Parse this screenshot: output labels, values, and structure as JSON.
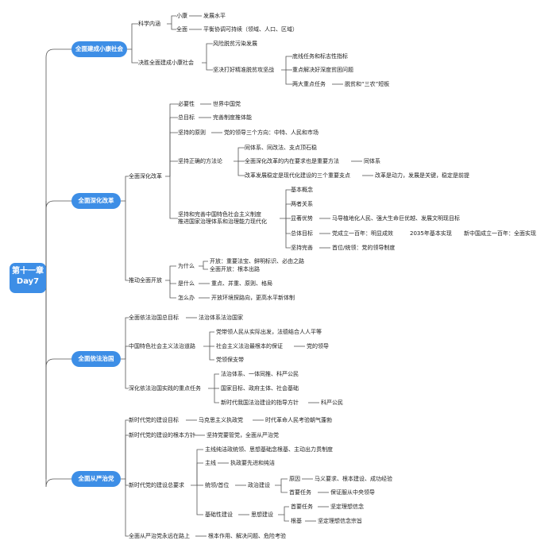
{
  "root": {
    "line1": "第十一章",
    "line2": "Day7"
  },
  "sections": {
    "s1": {
      "label": "全面建成小康社会",
      "kexue": "科学内涵",
      "xiaokang": "小康",
      "fazhan": "发展水平",
      "quanmian": "全面",
      "pingheng": "平衡协调可持续（领域、人口、区域）",
      "juesheng": "决胜全面建成小康社会",
      "fengxian": "风险脱贫污染发展",
      "jianjue": "坚决打好精准脱贫攻坚战",
      "dixian": "底线任务和标志性指标",
      "zhongdian": "重点解决好深度贫困问题",
      "liangda": "两大重点任务",
      "duanban": "脱贫和“三农”短板"
    },
    "s2": {
      "label": "全面深化改革",
      "sh": "全面深化改革",
      "biyao": "必要性",
      "shijie": "世界中国党",
      "zong": "总目标",
      "wanshan": "完善制度推体能",
      "yuanze": "坚持的原则",
      "dangling": "党的领导三个方向：中特、人民和市场",
      "fangfa": "坚持正确的方法论",
      "tongtixi": "同体系、同改法、支点顶石稳",
      "neizai": "全面深化改革的内在要求也是重要方法",
      "tongti": "同体系",
      "gaige_wending": "改革发展稳定是现代化建设的三个重要支点",
      "dongli": "改革是动力，发展是关键，稳定是前提",
      "zhidu1": "坚持和完善中国特色社会主义制度",
      "zhidu2": "推进国家治理体系和治理能力现代化",
      "jiben": "基本概念",
      "liangzhe": "两者关系",
      "youshi": "显著优势",
      "youshi_d": "马导植地化人民、强大生命巨优越、发展文明现目标",
      "zmubiao": "总体目标",
      "yibainian": "党成立一百年：明显成效",
      "y2035": "2035年基本实现",
      "xinzhongguo": "新中国成立一百年：全面实现",
      "jianchi": "坚持完善",
      "shouwei": "首位/统领：党的领导制度",
      "tuidong": "推动全面开放",
      "weishenme": "为什么",
      "kaifang1": "开放：重要法宝、鲜明标识、必由之路",
      "kaifang2": "全面开放：根本出路",
      "shishenme": "是什么",
      "zhongdian": "重点、并重、原则、格局",
      "zenme": "怎么办",
      "kaifang_huanjing": "开放环境探路向，更高水平新体制"
    },
    "s3": {
      "label": "全面依法治国",
      "mubiao": "全面依法治国总目标",
      "tixi": "法治体系法治国家",
      "daolu": "中国特色社会主义法治道路",
      "dangling": "党带领人民从实际出发，法德结合人人平等",
      "shehui": "社会主义法治最根本的保证",
      "dangdeling": "党的领导",
      "baozhang": "党领保支带",
      "renwu": "深化依法治国实践的重点任务",
      "fazhi": "法治体系、一体同推、科严公民",
      "guojia": "国家目标、政府主体、社会基础",
      "xinshidai": "新时代我国法治建设的指导方针",
      "keyan": "科严公民"
    },
    "s4": {
      "label": "全面从严治党",
      "jianshe": "新时代党的建设目标",
      "makesi": "马克思主义执政党",
      "geming": "时代革命人民考验朝气蓬勃",
      "genben": "新时代党的建设的根本方针",
      "jianchi_guan": "坚持党要管党，全面从严治党",
      "zongyaoqiu": "新时代党的建设总要求",
      "zhuxian": "主线纯洁政统领、思想基础念根基、主动出力贯制度",
      "zhuxian2": "主线",
      "zhizheng": "执政要先进和纯洁",
      "tongling": "统领/首位",
      "zhengzhi": "政治建设",
      "yuanze": "原因",
      "makesi_yaoqiu": "马义要求、根本建设、成功经验",
      "shouyao": "首要任务",
      "baozheng": "保证服从中央领导",
      "jichu": "基础性建设",
      "sixiang": "思想建设",
      "shouyao2": "首要任务",
      "jianding": "坚定理想信念",
      "genji": "根基",
      "jianding2": "坚定理想信念宗旨",
      "yongyuan": "全面从严治党永远在路上",
      "genben_zuoyong": "根本作用、解决问题、危险考验"
    }
  }
}
